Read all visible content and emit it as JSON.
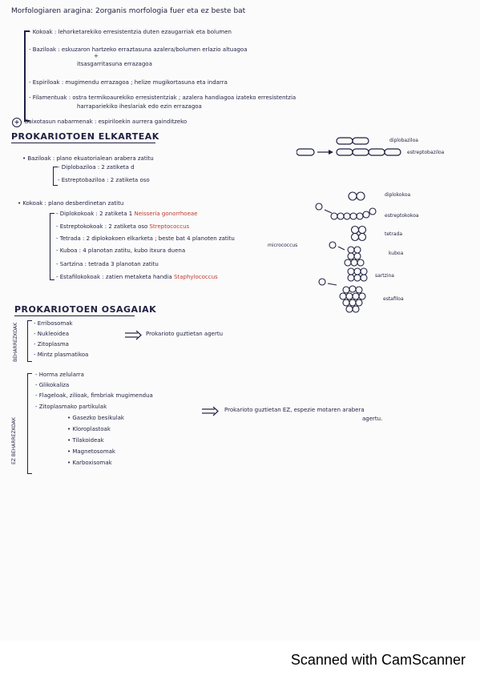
{
  "notes": {
    "title": "Morfologiaren araginaː 2organis morfologia fuer eta ez beste bat",
    "morph": {
      "kokoak": "- Kokoak : lehorketarekiko erresistentzia duten ezaugarriak eta bolumen",
      "bazilo": "- Baziloak : eskuzaron hartzeko erraztasuna azalera/bolumen erlazio altuagoa",
      "bazilo2": "itsasgarritasuna errazagoa",
      "espiril": "- Espiriloak : mugimendu errazagoa ; helize mugikortasuna eta indarra",
      "filament": "- Filamentuak : ostra termikoaurekiko erresistentziak ; azalera handiagoa izateko erresistentzia",
      "filament2": "harrapariekiko iheslariak edo ezin errazagoa",
      "extra": "Gaixotasun nabarmenak : espiriloekin aurrera gainditzeko",
      "plus": "+",
      "circled": "+"
    },
    "elk": {
      "heading": "PROKARIOTOEN ELKARTEAK",
      "bazilo": "• Baziloak : plano ekuatorialean arabera zatitu",
      "diplo": "- Diplobaziloa : 2 zatiketa d",
      "estrepto": "- Estreptobaziloa : 2 zatiketa oso",
      "label_diplo": "diplobaziloa",
      "label_estrepto": "estreptobaziloa",
      "kokoak": "• Kokoak : plano desberdinetan zatitu",
      "k_diplo": "- Diplokokoak : 2 zatiketa 1",
      "k_diplo_red": "Neisseria gonorrhoeae",
      "k_estrepto": "- Estreptokokoak : 2 zatiketa oso",
      "k_estrepto_red": "Streptococcus",
      "k_tetrada": "- Tetrada : 2 diplokokoen elkarketa ; beste bat 4 planoten zatitu",
      "k_tetrada_small": "micrococcus",
      "k_kubo": "- Kuboa : 4 planotan zatitu, kubo itxura duena",
      "k_sartzina": "- Sartzina : tetrada 3 planotan zatitu",
      "k_estafilo": "- Estafilokokoak : zatien metaketa handia",
      "k_estafilo_red": "Staphylococcus",
      "lab_diplok": "diplokokoa",
      "lab_estreptok": "estreptokokoa",
      "lab_tetrada": "tetrada",
      "lab_kubo": "kuboa",
      "lab_sartzina": "sartzina",
      "lab_estafilo": "estafiloa"
    },
    "osagai": {
      "heading": "PROKARIOTOEN OSAGAIAK",
      "side1": "BEHARREZKOAK",
      "side2": "EZ BEHARREZKOAK",
      "b1": "- Erribosomak",
      "b2": "- Nukleoidea",
      "b3": "- Zitoplasma",
      "b4": "- Mintz plasmatikoa",
      "b_note": "Prokarioto guztietan agertu",
      "e1": "- Horma zelularra",
      "e2": "- Glikokaliza",
      "e3": "- Flageloak, zilioak, fimbriak mugimendua",
      "e4": "- Zitoplasmako partikulak",
      "e4a": "• Gasezko besikulak",
      "e4b": "• Kloroplastoak",
      "e4c": "• Tilakoideak",
      "e4d": "• Magnetosomak",
      "e4e": "• Karboxisomak",
      "e_note": "Prokarioto guztietan EZ, espezie motaren arabera",
      "e_note2": "agertu."
    }
  },
  "footer": {
    "scanner": "Scanned with CamScanner"
  }
}
